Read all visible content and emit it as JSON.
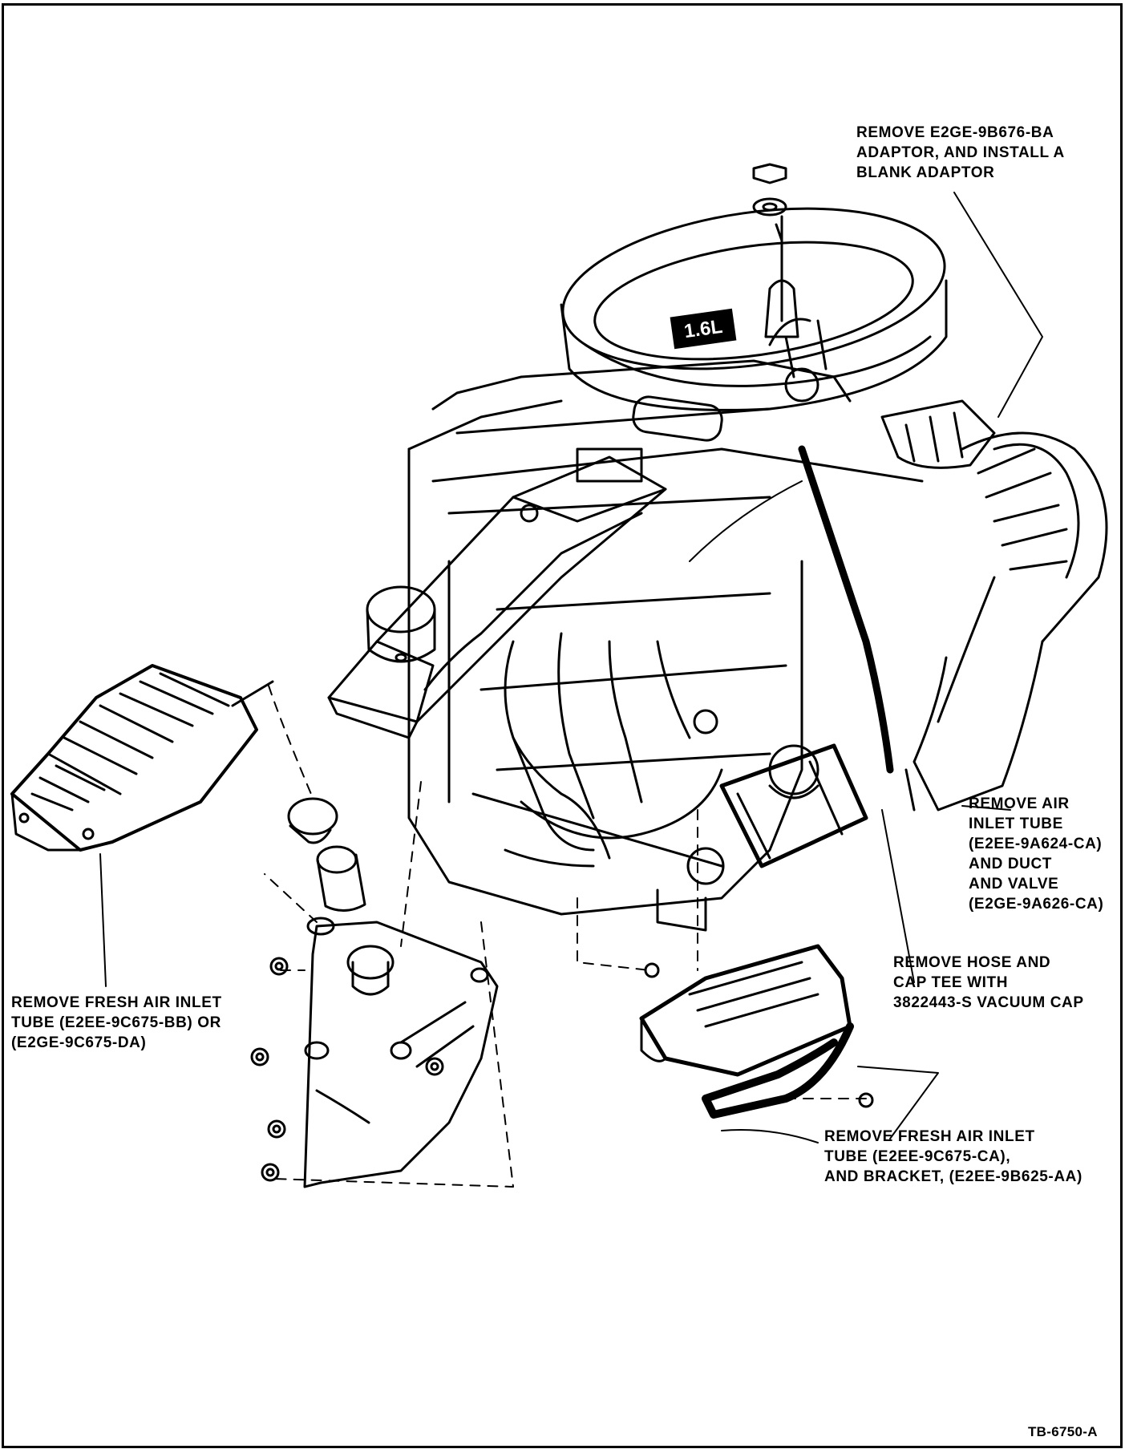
{
  "callouts": {
    "adaptor": "REMOVE E2GE-9B676-BA\nADAPTOR, AND INSTALL A\nBLANK ADAPTOR",
    "air_inlet_tube": "REMOVE AIR\nINLET TUBE\n(E2EE-9A624-CA)\nAND DUCT\nAND VALVE\n(E2GE-9A626-CA)",
    "hose_cap_tee": "REMOVE HOSE AND\nCAP TEE WITH\n3822443-S VACUUM CAP",
    "fresh_air_left": "REMOVE FRESH AIR INLET\nTUBE (E2EE-9C675-BB) OR\n(E2GE-9C675-DA)",
    "fresh_air_bottom": "REMOVE FRESH AIR INLET\nTUBE (E2EE-9C675-CA),\nAND BRACKET, (E2EE-9B625-AA)"
  },
  "engine_badge": "1.6L",
  "figure_id": "TB-6750-A"
}
